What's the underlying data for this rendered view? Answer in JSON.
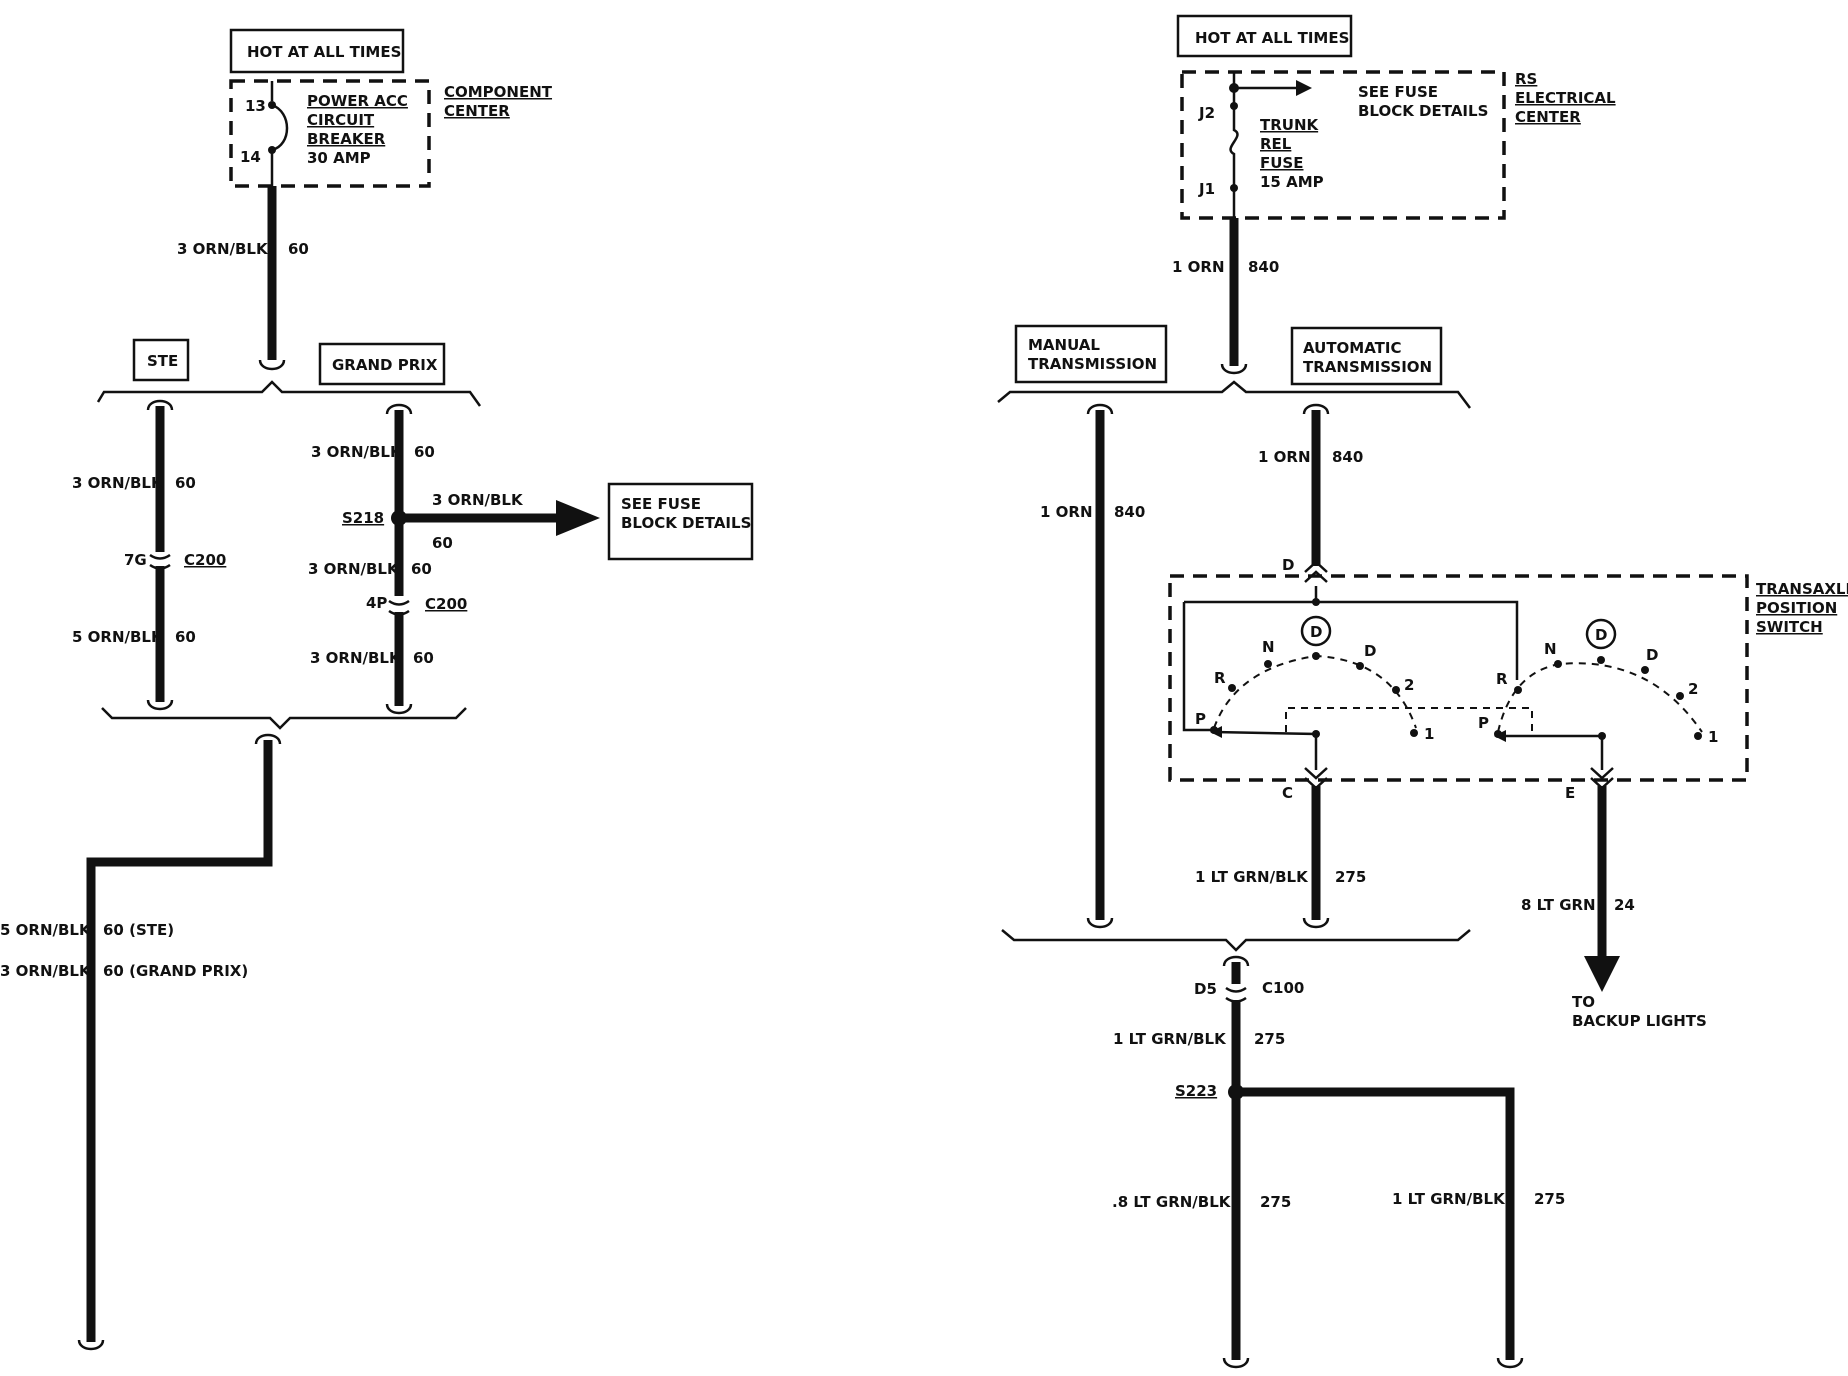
{
  "left": {
    "hot_box": "HOT AT ALL TIMES",
    "pin_13": "13",
    "pin_14": "14",
    "breaker": [
      "POWER ACC",
      "CIRCUIT",
      "BREAKER",
      "30 AMP"
    ],
    "component_center": [
      "COMPONENT",
      "CENTER"
    ],
    "feed_wire": {
      "label": "3 ORN/BLK",
      "circuit": "60"
    },
    "ste_box": "STE",
    "grand_prix_box": "GRAND PRIX",
    "ste_upper": {
      "label": "3 ORN/BLK",
      "circuit": "60"
    },
    "ste_conn_pin": "7G",
    "ste_conn": "C200",
    "ste_lower": {
      "label": "5 ORN/BLK",
      "circuit": "60"
    },
    "gp_upper": {
      "label": "3 ORN/BLK",
      "circuit": "60"
    },
    "splice": "S218",
    "splice_branch": {
      "label": "3 ORN/BLK",
      "circuit": "60"
    },
    "fuse_details": [
      "SEE FUSE",
      "BLOCK DETAILS"
    ],
    "gp_mid": {
      "label": "3 ORN/BLK",
      "circuit": "60"
    },
    "gp_conn_pin": "4P",
    "gp_conn": "C200",
    "gp_lower": {
      "label": "3 ORN/BLK",
      "circuit": "60"
    },
    "out_ste": {
      "label": "5 ORN/BLK",
      "circuit": "60 (STE)"
    },
    "out_gp": {
      "label": "3 ORN/BLK",
      "circuit": "60 (GRAND PRIX)"
    }
  },
  "right": {
    "hot_box": "HOT AT ALL TIMES",
    "pin_j2": "J2",
    "pin_j1": "J1",
    "fuse": [
      "TRUNK",
      "REL",
      "FUSE",
      "15 AMP"
    ],
    "see_fuse": [
      "SEE FUSE",
      "BLOCK DETAILS"
    ],
    "rs_center": [
      "RS",
      "ELECTRICAL",
      "CENTER"
    ],
    "feed_wire": {
      "label": "1 ORN",
      "circuit": "840"
    },
    "manual_box": [
      "MANUAL",
      "TRANSMISSION"
    ],
    "auto_box": [
      "AUTOMATIC",
      "TRANSMISSION"
    ],
    "manual_wire": {
      "label": "1 ORN",
      "circuit": "840"
    },
    "auto_wire": {
      "label": "1 ORN",
      "circuit": "840"
    },
    "pin_d": "D",
    "switch_name": [
      "TRANSAXLE",
      "POSITION",
      "SWITCH"
    ],
    "gear_circle": "D",
    "gears": {
      "p": "P",
      "r": "R",
      "n": "N",
      "d": "D",
      "two": "2",
      "one": "1"
    },
    "pin_c": "C",
    "pin_e": "E",
    "wire_c": {
      "label": "1 LT GRN/BLK",
      "circuit": "275"
    },
    "wire_e": {
      "label": "8 LT GRN",
      "circuit": "24"
    },
    "backup": [
      "TO",
      "BACKUP LIGHTS"
    ],
    "conn_pin": "D5",
    "conn": "C100",
    "below_conn": {
      "label": "1 LT GRN/BLK",
      "circuit": "275"
    },
    "splice": "S223",
    "out_left": {
      "label": ".8 LT GRN/BLK",
      "circuit": "275"
    },
    "out_right": {
      "label": "1 LT GRN/BLK",
      "circuit": "275"
    }
  }
}
